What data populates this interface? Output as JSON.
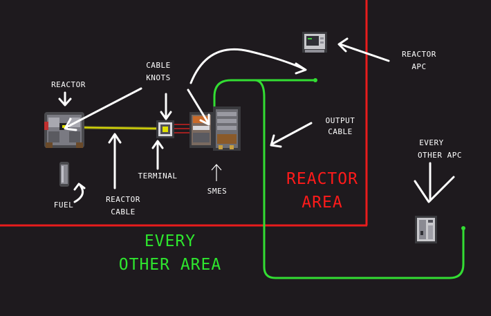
{
  "labels": {
    "reactor": "REACTOR",
    "cable_knots_1": "CABLE",
    "cable_knots_2": "KNOTS",
    "reactor_apc_1": "REACTOR",
    "reactor_apc_2": "APC",
    "output_cable_1": "OUTPUT",
    "output_cable_2": "CABLE",
    "every_other_apc_1": "EVERY",
    "every_other_apc_2": "OTHER APC",
    "terminal": "TERMINAL",
    "smes": "SMES",
    "fuel": "FUEL",
    "reactor_cable_1": "REACTOR",
    "reactor_cable_2": "CABLE",
    "reactor_area_1": "REACTOR",
    "reactor_area_2": "AREA",
    "every_other_area_1": "EVERY",
    "every_other_area_2": "OTHER AREA"
  },
  "colors": {
    "background": "#1e1a1e",
    "area_border": "#e81c1c",
    "reactor_area_text": "#ff1a1a",
    "every_other_area_text": "#2ee62e",
    "output_cable": "#33dd33",
    "reactor_cable": "#c8c800",
    "annotation_arrows": "#ffffff"
  },
  "icons": {
    "reactor": "reactor-machine-icon",
    "terminal": "terminal-icon",
    "smes": "smes-icon",
    "fuel": "fuel-canister-icon",
    "reactor_apc": "apc-computer-icon",
    "other_apc": "apc-wall-icon"
  }
}
